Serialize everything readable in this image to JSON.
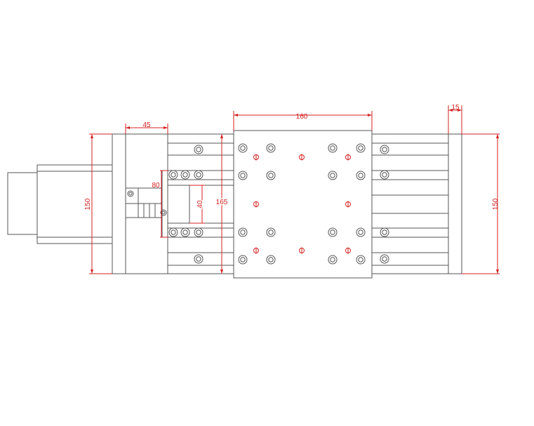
{
  "drawing": {
    "colors": {
      "line": "#555555",
      "dimension": "#d42020",
      "background": "#ffffff"
    },
    "dimensions": {
      "carriage_width": "160",
      "end_plate_thickness": "15",
      "motor_block_width": "45",
      "left_height": "150",
      "right_height": "150",
      "carriage_height": "165",
      "coupling_width": "80",
      "coupling_height": "40"
    }
  }
}
